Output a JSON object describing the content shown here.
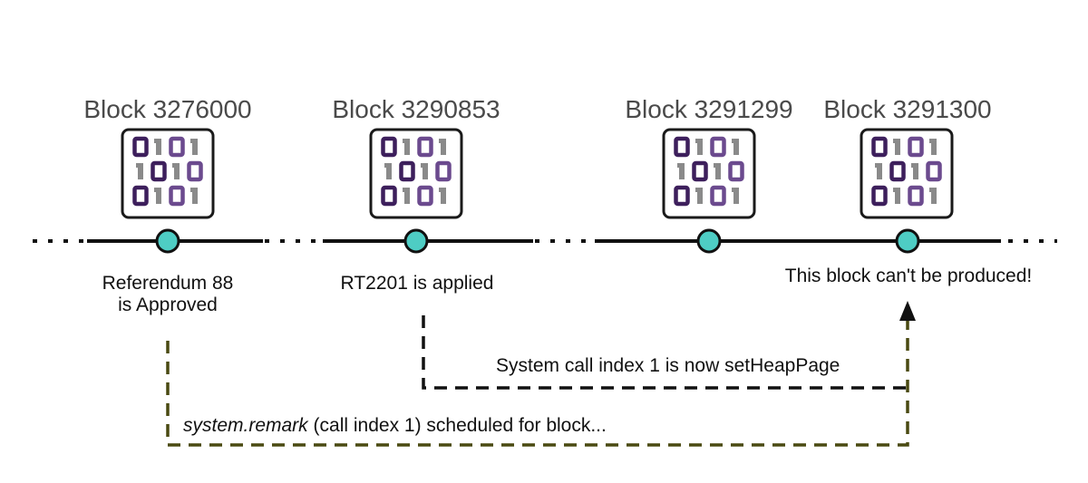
{
  "blocks": [
    {
      "label": "Block 3276000"
    },
    {
      "label": "Block 3290853"
    },
    {
      "label": "Block 3291299"
    },
    {
      "label": "Block 3291300"
    }
  ],
  "binary_icon": {
    "rows": [
      "0101",
      "1010",
      "0101"
    ],
    "colors": {
      "dark": "#3d1f5c",
      "light": "#6b4a8e",
      "gray": "#8a8a8a",
      "border": "#1a1a1a"
    }
  },
  "events": {
    "referendum": "Referendum 88\nis Approved",
    "runtime": "RT2201 is applied",
    "failure": "This block can't be produced!"
  },
  "arrows": {
    "setheap": "System call index 1 is now setHeapPage",
    "remark_italic": "system.remark",
    "remark_rest": " (call index 1) scheduled for block..."
  },
  "colors": {
    "node_fill": "#4ecdc4",
    "timeline": "#111111",
    "arrow_black": "#111111",
    "arrow_olive": "#4a4a12"
  }
}
